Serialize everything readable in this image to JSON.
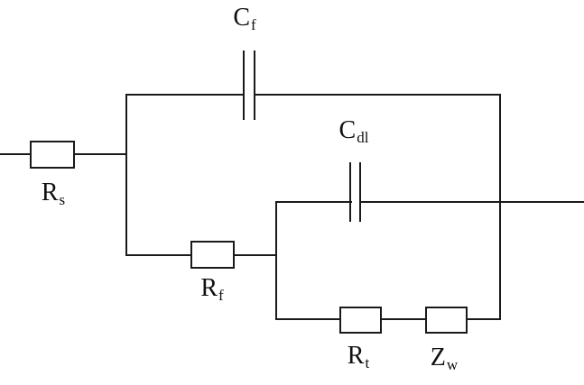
{
  "diagram": {
    "kind": "equivalent-circuit-diagram",
    "background_color": "#ffffff",
    "line_color": "#1a1a1a"
  },
  "components": {
    "cf": {
      "symbol": "capacitor",
      "label_base": "C",
      "label_sub": "f"
    },
    "rs": {
      "symbol": "resistor",
      "label_base": "R",
      "label_sub": "s"
    },
    "cdl": {
      "symbol": "capacitor",
      "label_base": "C",
      "label_sub": "dl"
    },
    "rf": {
      "symbol": "resistor",
      "label_base": "R",
      "label_sub": "f"
    },
    "rt": {
      "symbol": "resistor",
      "label_base": "R",
      "label_sub": "t"
    },
    "zw": {
      "symbol": "impedance",
      "label_base": "Z",
      "label_sub": "w"
    }
  }
}
